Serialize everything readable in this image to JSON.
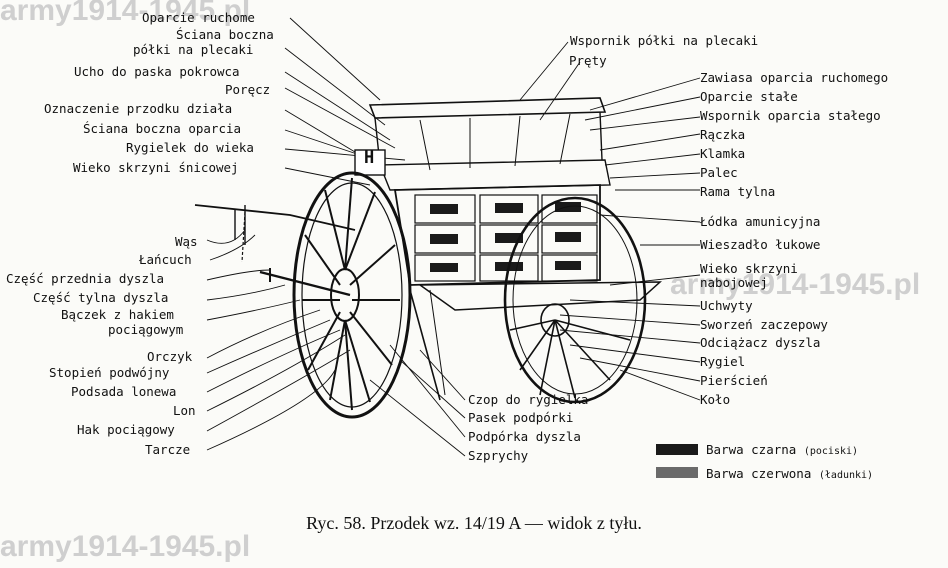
{
  "labels_left": [
    "Oparcie ruchome",
    "Ściana boczna",
    "półki na plecaki",
    "Ucho do paska pokrowca",
    "Poręcz",
    "Oznaczenie przodku działa",
    "Ściana boczna oparcia",
    "Rygielek do wieka",
    "Wieko skrzyni śnicowej",
    "Wąs",
    "Łańcuch",
    "Część przednia dyszla",
    "Część tylna dyszla",
    "Bączek z hakiem",
    "pociągowym",
    "Orczyk",
    "Stopień podwójny",
    "Podsada lonewa",
    "Lon",
    "Hak pociągowy",
    "Tarcze"
  ],
  "labels_right": [
    "Wspornik półki na plecaki",
    "Pręty",
    "Zawiasa oparcia ruchomego",
    "Oparcie stałe",
    "Wspornik oparcia stałego",
    "Rączka",
    "Klamka",
    "Palec",
    "Rama tylna",
    "Łódka amunicyjna",
    "Wieszadło łukowe",
    "Wieko skrzyni",
    "nabojowej",
    "Uchwyty",
    "Sworzeń zaczepowy",
    "Odciążacz dyszla",
    "Rygiel",
    "Pierścień",
    "Koło"
  ],
  "labels_bottom": [
    "Czop do rygielka",
    "Pasek podpórki",
    "Podpórka dyszla",
    "Szprychy"
  ],
  "legend": [
    {
      "label": "Barwa czarna",
      "note": "(pociski)",
      "color": "#1a1a1a"
    },
    {
      "label": "Barwa czerwona",
      "note": "(ładunki)",
      "color": "#6a6a6a"
    }
  ],
  "plate_letter": "H",
  "caption": "Ryc. 58. Przodek wz. 14/19 A — widok z tyłu.",
  "watermark": "army1914-1945.pl"
}
